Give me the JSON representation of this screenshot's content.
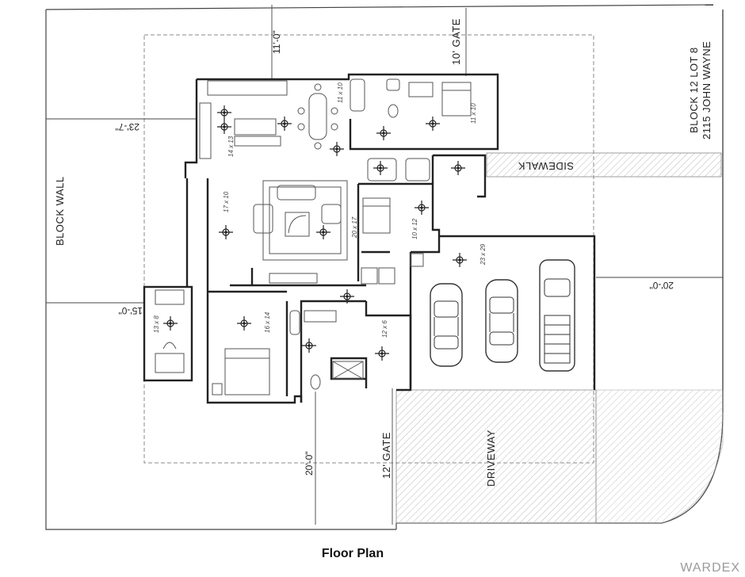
{
  "labels": {
    "block_wall": "BLOCK WALL",
    "dim_top": "11'-0\"",
    "gate_top": "10' GATE",
    "dim_left_upper": "23'-7\"",
    "dim_left_lower": "15'-0\"",
    "lot_line1": "BLOCK 12 LOT 8",
    "lot_line2": "2115 JOHN WAYNE",
    "sidewalk": "SIDEWALK",
    "dim_right": "20'-0\"",
    "dim_bottom": "20'-0\"",
    "gate_bottom": "12' GATE",
    "driveway": "DRIVEWAY"
  },
  "rooms": {
    "kitchen": "14 x 13",
    "dining": "11 x 10",
    "bed2": "11 x 10",
    "living": "17 x 10",
    "great": "20 x 17",
    "bed3": "10 x 12",
    "garage": "23 x 29",
    "casita": "13 x 8",
    "master": "16 x 14",
    "closet": "12 x 6"
  },
  "caption": "Floor Plan",
  "watermark": "WARDEX"
}
